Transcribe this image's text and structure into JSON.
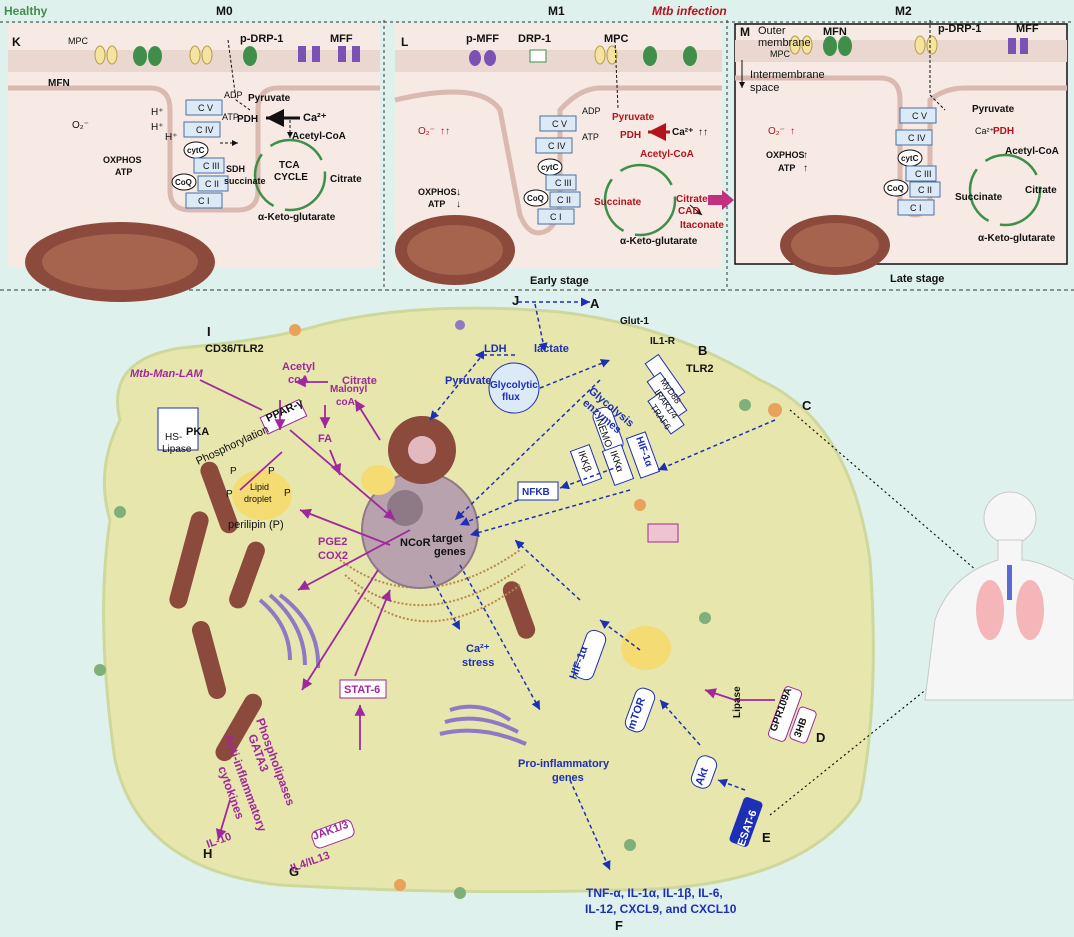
{
  "top": {
    "healthy": "Healthy",
    "mtb_infection": "Mtb infection",
    "m0": "M0",
    "m1": "M1",
    "m2": "M2",
    "early_stage": "Early stage",
    "late_stage": "Late stage",
    "k": {
      "letter": "K",
      "mpc": "MPC",
      "pdrp1": "p-DRP-1",
      "mff": "MFF",
      "mfn": "MFN",
      "o2": "O₂⁻",
      "adp": "ADP",
      "atp": "ATP",
      "pyruvate": "Pyruvate",
      "pdh": "PDH",
      "ca": "Ca²⁺",
      "acetylcoa": "Acetyl-CoA",
      "sdh": "SDH",
      "succinate": "succinate",
      "tca": "TCA",
      "cycle": "CYCLE",
      "citrate": "Citrate",
      "akg": "α-Keto-glutarate",
      "oxphos": "OXPHOS",
      "atp2": "ATP",
      "hplus": "H⁺",
      "cv": "C V",
      "civ": "C IV",
      "cytc": "cytC",
      "ciii": "C III",
      "coq": "CoQ",
      "cii": "C II",
      "ci": "C I"
    },
    "l": {
      "letter": "L",
      "pmff": "p-MFF",
      "drp1": "DRP-1",
      "mpc": "MPC",
      "o2": "O₂⁻",
      "adp": "ADP",
      "atp": "ATP",
      "pyruvate": "Pyruvate",
      "pdh": "PDH",
      "ca": "Ca²⁺",
      "acetylcoa": "Acetyl-CoA",
      "oxphos": "OXPHOS",
      "atp2": "ATP",
      "succinate": "Succinate",
      "citrate": "Citrate",
      "cad": "CAD",
      "itaconate": "Itaconate",
      "akg": "α-Keto-glutarate",
      "cv": "C V",
      "civ": "C IV",
      "cytc": "cytC",
      "ciii": "C III",
      "coq": "CoQ",
      "cii": "C II",
      "ci": "C I"
    },
    "m": {
      "letter": "M",
      "outer": "Outer",
      "membrane": "membrane",
      "mpc": "MPC",
      "mfn": "MFN",
      "pdrp1": "p-DRP-1",
      "mff": "MFF",
      "intermembrane": "Intermembrane",
      "space": "space",
      "o2": "O₂⁻",
      "oxphos": "OXPHOS",
      "atp": "ATP",
      "pyruvate": "Pyruvate",
      "ca": "Ca²⁺",
      "pdh": "PDH",
      "acetylcoa": "Acetyl-CoA",
      "succinate": "Succinate",
      "citrate": "Citrate",
      "akg": "α-Keto-glutarate",
      "cv": "C V",
      "civ": "C IV",
      "cytc": "cytC",
      "ciii": "C III",
      "coq": "CoQ",
      "cii": "C II",
      "ci": "C I"
    }
  },
  "cell": {
    "letter_a": "A",
    "letter_b": "B",
    "letter_c": "C",
    "letter_d": "D",
    "letter_e": "E",
    "letter_f": "F",
    "letter_g": "G",
    "letter_h": "H",
    "letter_i": "I",
    "letter_j": "J",
    "glut1": "Glut-1",
    "il1r": "IL1-R",
    "tlr2": "TLR2",
    "myd88": "MyD88",
    "irak": "IRAK1/4",
    "traf6": "TRAF6",
    "ldh": "LDH",
    "lactate": "lactate",
    "pyruvate": "Pyruvate",
    "glyco_flux_1": "Glycolytic",
    "glyco_flux_2": "flux",
    "glyco_enz_1": "Glycolysis",
    "glyco_enz_2": "enzymes",
    "cd36": "CD36/TLR2",
    "mtb_lam": "Mtb-Man-LAM",
    "acetyl": "Acetyl",
    "coa": "coA",
    "malonyl": "Malonyl",
    "coa2": "coA",
    "fa": "FA",
    "citrate": "Citrate",
    "pka": "PKA",
    "phosphorylation": "Phosphorylation",
    "ppar": "PPAR-γ",
    "hs": "HS-",
    "lipase": "Lipase",
    "lipid": "Lipid",
    "droplet": "droplet",
    "perilipin": "perilipin (P)",
    "p": "P",
    "nemo": "NEMO",
    "ikkb": "IKKβ",
    "ikka": "IKKα",
    "hif1a_top": "HIF-1α",
    "nfkb": "NFKB",
    "ncor": "NCoR",
    "target": "target",
    "genes": "genes",
    "pge2": "PGE2",
    "cox2": "COX2",
    "ca_stress_1": "Ca²⁺",
    "ca_stress_2": "stress",
    "hif1a": "HIF-1α",
    "mtor": "mTOR",
    "akt": "Akt",
    "esat6": "ESAT-6",
    "lipase2": "Lipase",
    "gpr": "GPR109A",
    "hb": "3HB",
    "phospholipases": "Phospholipases",
    "gata3": "GATA3",
    "anti": "Anti-inflammatory",
    "cytokines": "cytokines",
    "stat6": "STAT-6",
    "jak": "JAK1/3",
    "il4": "IL4/IL13",
    "il10": "IL-10",
    "proinf_1": "Pro-inflammatory",
    "proinf_2": "genes",
    "cyto_1": "TNF-α, IL-1α, IL-1β, IL-6,",
    "cyto_2": "IL-12, CXCL9, and CXCL10"
  },
  "colors": {
    "bg": "#dff1ec",
    "panel": "#f7e9e3",
    "membrane": "#ead7d0",
    "cell": "#e6e6ad",
    "blue": "#1d2fb4",
    "purple": "#a0289c",
    "red": "#b3131d",
    "green": "#3f8f4a",
    "arrow_pink": "#c2307f"
  }
}
